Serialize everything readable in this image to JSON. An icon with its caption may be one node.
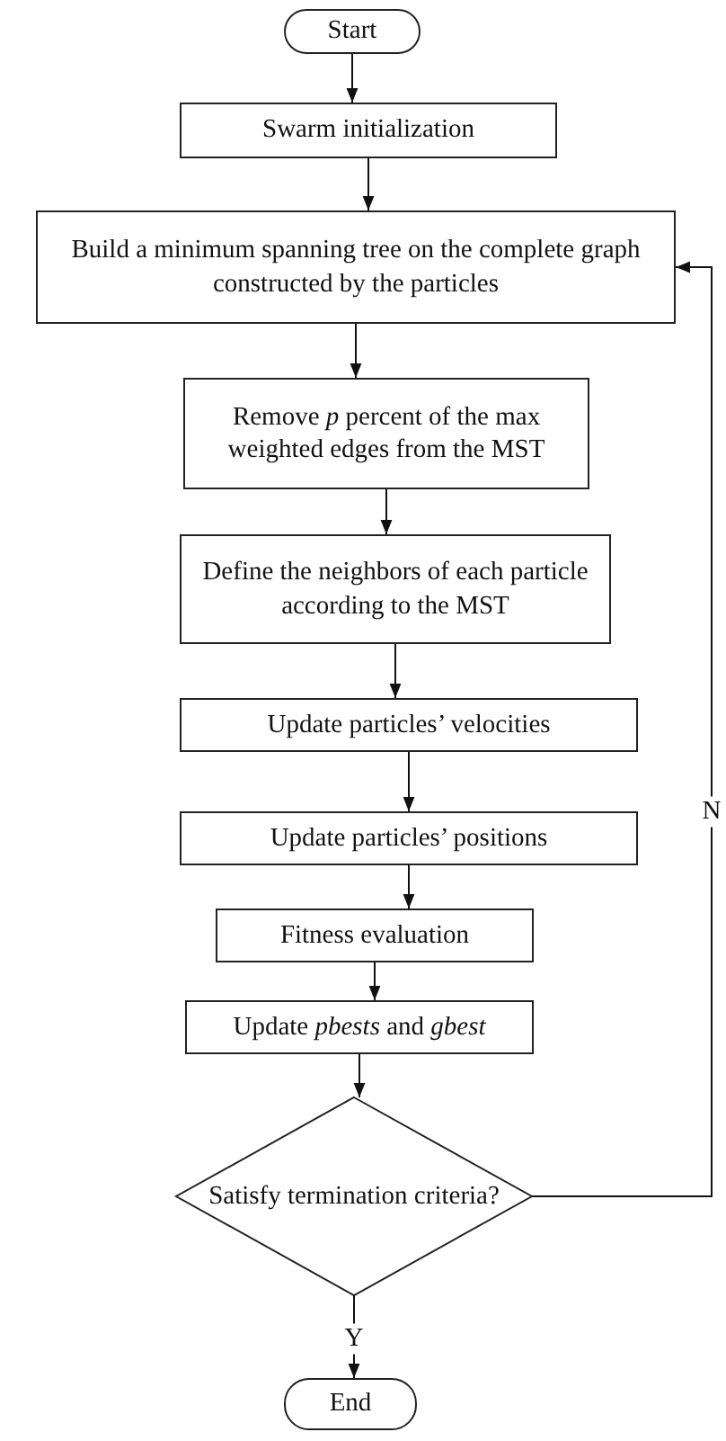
{
  "diagram": {
    "nodes": [
      {
        "text": [
          "Start"
        ]
      },
      {
        "text": [
          "Swarm initialization"
        ]
      },
      {
        "text": [
          "Build a minimum spanning tree on the complete graph constructed by the particles"
        ]
      },
      {
        "text": [
          "Remove *p* percent of the max weighted edges from the MST"
        ]
      },
      {
        "text": [
          "Define the neighbors of each particle according to the MST"
        ]
      },
      {
        "text": [
          "Update particles’ velocities"
        ]
      },
      {
        "text": [
          "Update particles’ positions"
        ]
      },
      {
        "text": [
          "Fitness evaluation"
        ]
      },
      {
        "text": [
          "Update *pbests* and *gbest*"
        ]
      },
      {
        "text": [
          "Satisfy termination criteria?"
        ]
      },
      {
        "text": [
          "End"
        ]
      }
    ],
    "edges": [
      {
        "from": 0,
        "to": 1,
        "arrow": "to"
      },
      {
        "from": 1,
        "to": 2,
        "arrow": "to"
      },
      {
        "from": 2,
        "to": 3,
        "arrow": "to"
      },
      {
        "from": 3,
        "to": 4,
        "arrow": "to"
      },
      {
        "from": 4,
        "to": 5,
        "arrow": "to"
      },
      {
        "from": 5,
        "to": 6,
        "arrow": "to"
      },
      {
        "from": 6,
        "to": 7,
        "arrow": "to"
      },
      {
        "from": 7,
        "to": 8,
        "arrow": "to"
      },
      {
        "from": 8,
        "to": 9,
        "arrow": "to"
      },
      {
        "from": 9,
        "to": 10,
        "arrow": "to",
        "label": "Y"
      },
      {
        "from": 9,
        "to": 2,
        "arrow": "to",
        "label": "N"
      }
    ]
  }
}
